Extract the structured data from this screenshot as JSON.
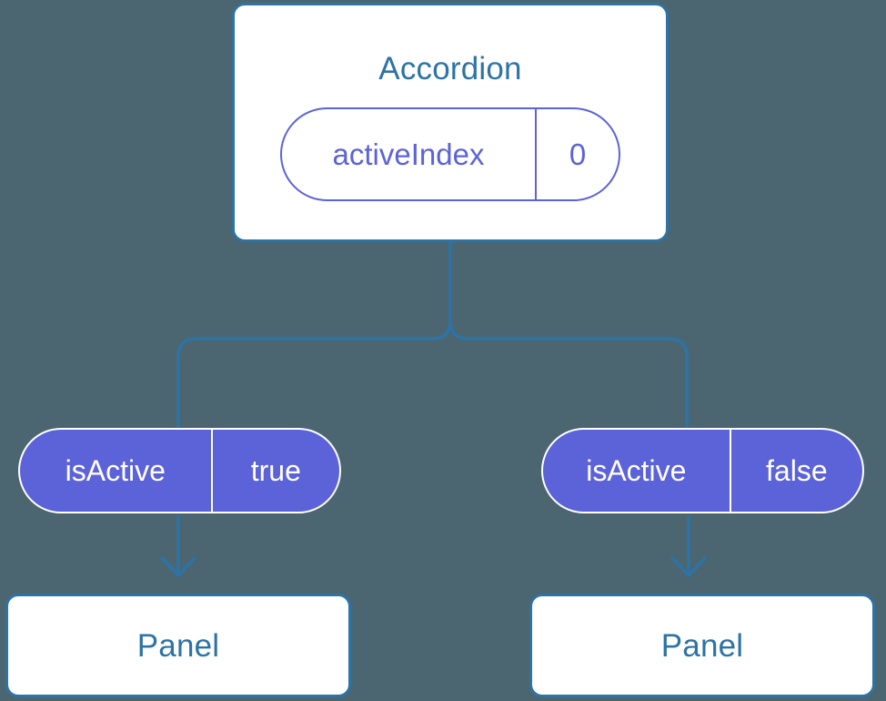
{
  "diagram": {
    "type": "component-tree",
    "background_color": "#4b6670",
    "accent_blue": "#2d73a5",
    "accent_indigo": "#5c63d8",
    "root": {
      "title": "Accordion",
      "prop": {
        "key": "activeIndex",
        "value": "0"
      }
    },
    "branches": [
      {
        "state": {
          "key": "isActive",
          "value": "true"
        },
        "child": {
          "title": "Panel"
        }
      },
      {
        "state": {
          "key": "isActive",
          "value": "false"
        },
        "child": {
          "title": "Panel"
        }
      }
    ]
  }
}
